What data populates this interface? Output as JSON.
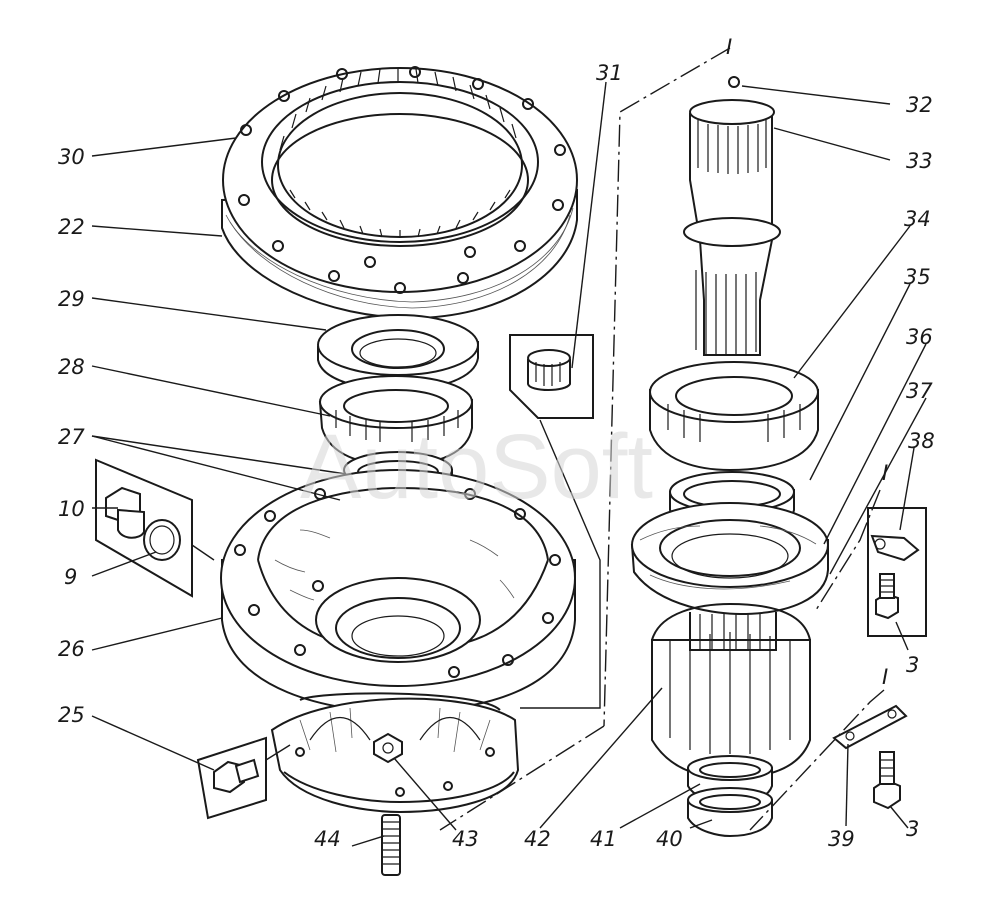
{
  "watermark": "AutoSoft",
  "labels": {
    "l30": "30",
    "l22": "22",
    "l29": "29",
    "l28": "28",
    "l27": "27",
    "l10": "10",
    "l9": "9",
    "l26": "26",
    "l25": "25",
    "l44": "44",
    "l43": "43",
    "l42": "42",
    "l41": "41",
    "l40": "40",
    "l39": "39",
    "l3a": "3",
    "l3b": "3",
    "l31": "31",
    "l32": "32",
    "l33": "33",
    "l34": "34",
    "l35": "35",
    "l36": "36",
    "l37": "37",
    "l38": "38",
    "lI_top": "I",
    "lI_mid": "I",
    "lI_low": "I"
  },
  "colors": {
    "ink": "#1a1a1a",
    "paper": "#ffffff",
    "watermark": "#d6d6d6"
  }
}
